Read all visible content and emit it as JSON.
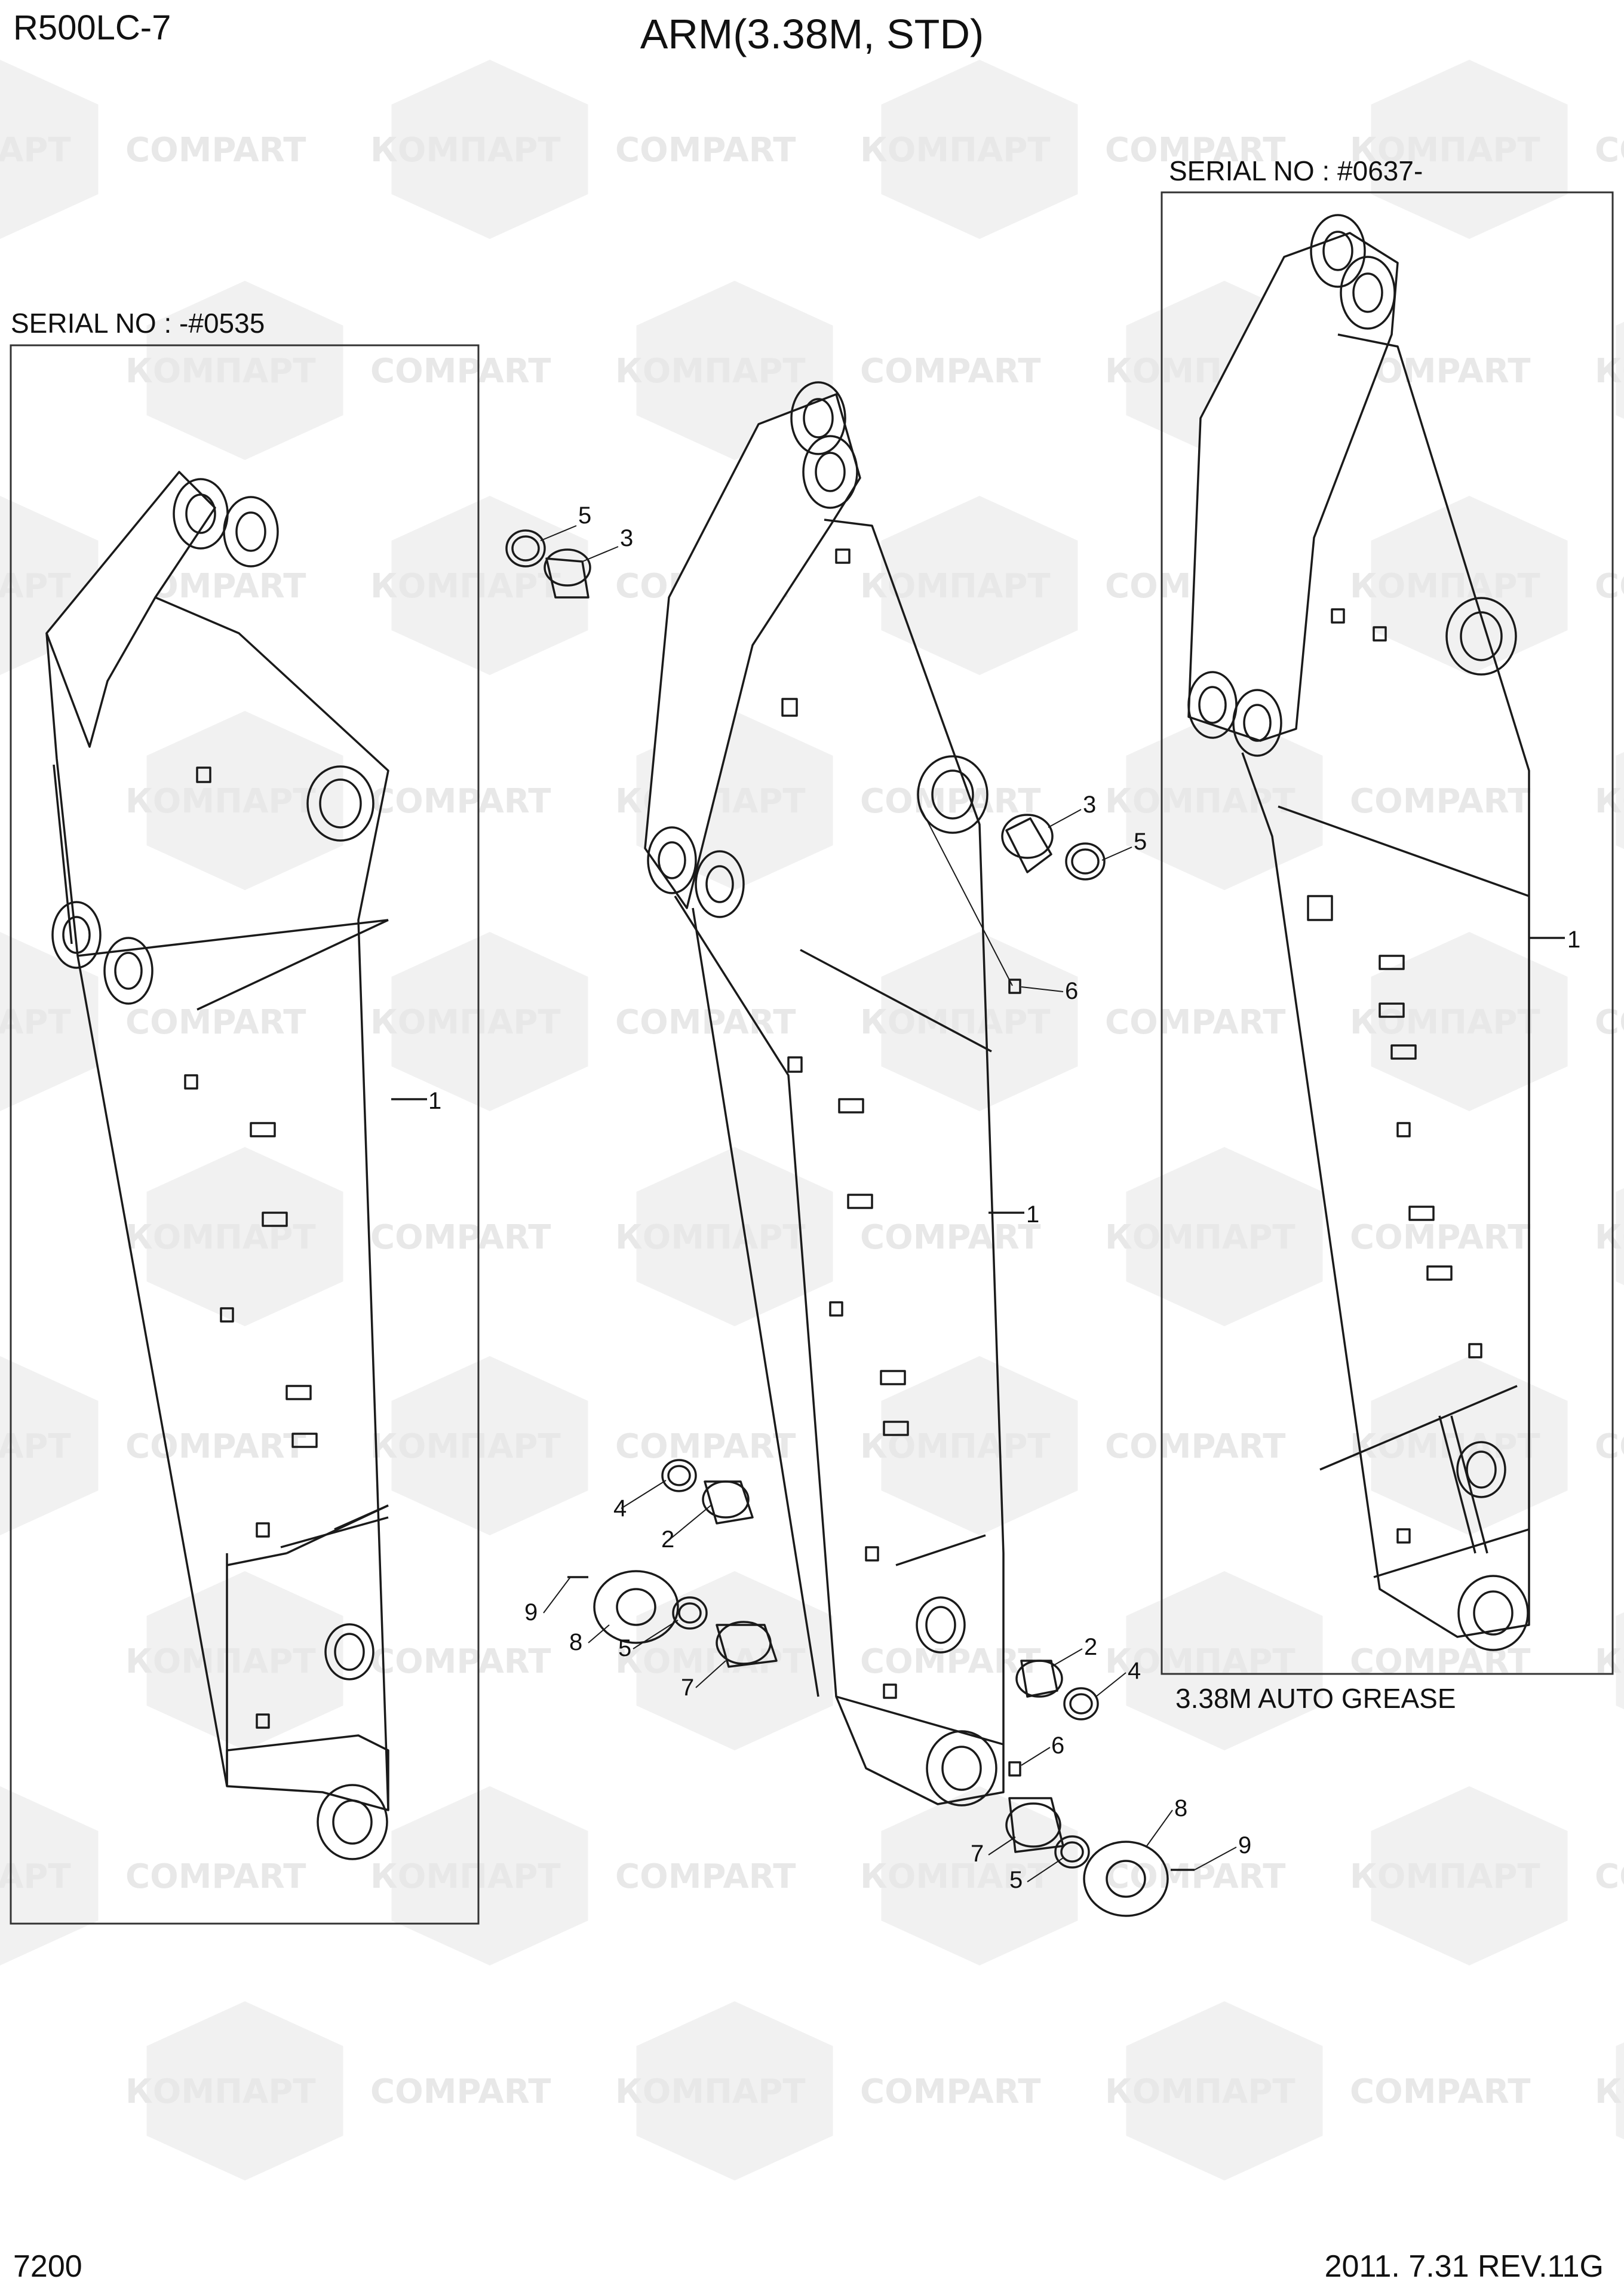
{
  "header": {
    "model": "R500LC-7",
    "title": "ARM(3.38M, STD)"
  },
  "footer": {
    "page_number": "7200",
    "date_revision": "2011. 7.31  REV.11G"
  },
  "panels": {
    "left": {
      "serial": "SERIAL NO : -#0535"
    },
    "right": {
      "serial": "SERIAL NO : #0637-",
      "caption": "3.38M AUTO GREASE"
    }
  },
  "watermark": {
    "latin": "COMPART",
    "cyrillic": "КОМПАРТ",
    "color": "#e8e8e8"
  },
  "part_callouts": {
    "left_arm": [
      "1"
    ],
    "center_arm": [
      "5",
      "3",
      "3",
      "5",
      "6",
      "1",
      "4",
      "2",
      "9",
      "8",
      "5",
      "7",
      "2",
      "4",
      "6",
      "8",
      "9",
      "7",
      "5"
    ],
    "right_arm": [
      "1"
    ]
  },
  "colors": {
    "line": "#1a1a1a",
    "background": "#ffffff"
  }
}
